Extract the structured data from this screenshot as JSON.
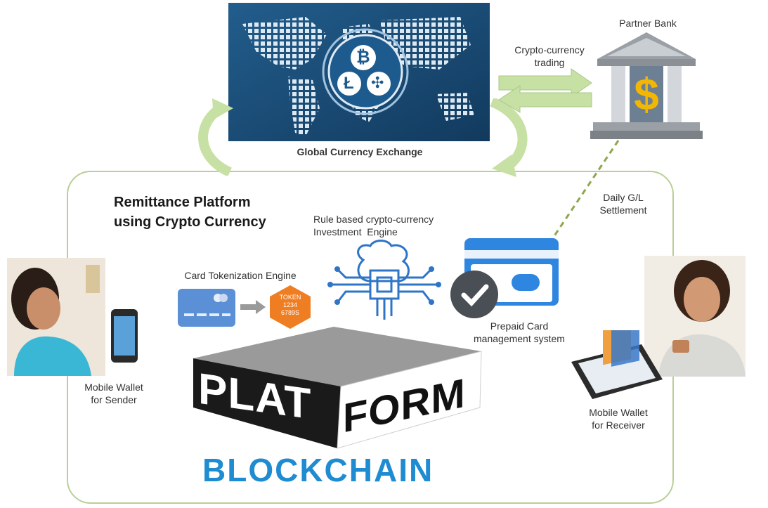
{
  "exchange": {
    "label": "Global Currency Exchange",
    "icon_names": [
      "bitcoin-icon",
      "litecoin-icon",
      "ripple-icon"
    ]
  },
  "bank": {
    "label": "Partner Bank",
    "trading_label": "Crypto-currency\ntrading",
    "symbol": "$"
  },
  "settlement_label": "Daily G/L\nSettlement",
  "platform": {
    "title": "Remittance Platform\nusing Crypto Currency",
    "investment_engine_label": "Rule based crypto-currency\nInvestment  Engine",
    "tokenization_label": "Card Tokenization Engine",
    "token_text": "TOKEN\n1234\n6789S",
    "prepaid_label": "Prepaid Card\nmanagement system",
    "cube_words": [
      "PLAT",
      "FORM"
    ],
    "blockchain_text": "BLOCKCHAIN"
  },
  "sender_label": "Mobile Wallet\nfor Sender",
  "receiver_label": "Mobile Wallet\nfor Receiver",
  "colors": {
    "map_bg": "#1b4f7a",
    "arrow_green": "#c7e0a4",
    "card_blue": "#2f86e0",
    "token_orange": "#ef7d22",
    "bank_dollar": "#f2b705"
  }
}
